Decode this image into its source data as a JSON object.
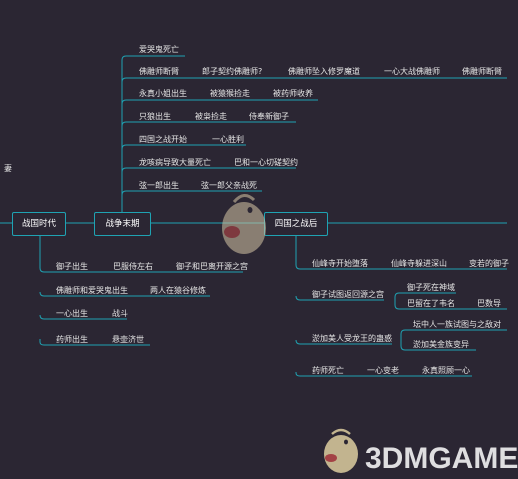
{
  "colors": {
    "background": "#2b2633",
    "connector": "#1fa3b3",
    "text": "#e6e6e6"
  },
  "nodes": {
    "warring_states": "战国时代",
    "late_war": "战争末期",
    "after_war": "四国之战后",
    "left_edge_fragment": "妻"
  },
  "late_war_branches": {
    "b1": [
      "爱哭鬼死亡"
    ],
    "b2": [
      "佛雕师断臂",
      "郎子契约佛雕师?",
      "佛雕师坠入修罗魔道",
      "一心大战佛雕师",
      "佛雕师断臂"
    ],
    "b3": [
      "永真小姐出生",
      "被猿猴捡走",
      "被药师收养"
    ],
    "b4": [
      "只狼出生",
      "被枭捡走",
      "侍奉新御子"
    ],
    "b5": [
      "四国之战开始",
      "一心胜利"
    ],
    "b6": [
      "龙咳病导致大量死亡",
      "巴和一心切磋契约"
    ],
    "b7": [
      "弦一郎出生",
      "弦一郎父亲战死"
    ]
  },
  "warring_branches": {
    "b1": [
      "御子出生",
      "巴服侍左右",
      "御子和巴离开源之宫"
    ],
    "b2": [
      "佛雕师和爱哭鬼出生",
      "两人在猿谷修炼"
    ],
    "b3": [
      "一心出生",
      "战斗"
    ],
    "b4": [
      "药师出生",
      "悬壶济世"
    ]
  },
  "after_war_branches": {
    "b1": [
      "仙峰寺开始堕落",
      "仙峰寺躲进深山",
      "变若的御子"
    ],
    "b2": [
      "御子试图返回源之宫"
    ],
    "b2_children": {
      "c1": "御子死在神域",
      "c2": "巴留在了韦名",
      "c3": "巴数导"
    },
    "b3": [
      "淤加美人受龙王的蛊惑"
    ],
    "b3_children": {
      "c1": "坛中人一族试图与之敌对",
      "c2": "淤加美金族变异"
    },
    "b4": [
      "药师死亡",
      "一心变老",
      "永真照顾一心"
    ]
  },
  "watermark": {
    "text": "3DMGAME"
  }
}
